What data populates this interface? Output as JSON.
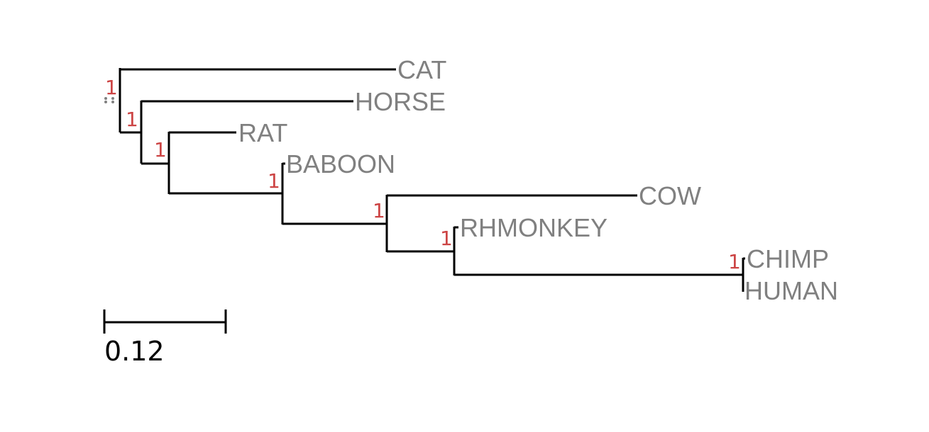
{
  "tree": {
    "leaves": [
      {
        "id": "cat",
        "name": "CAT"
      },
      {
        "id": "horse",
        "name": "HORSE"
      },
      {
        "id": "rat",
        "name": "RAT"
      },
      {
        "id": "baboon",
        "name": "BABOON"
      },
      {
        "id": "cow",
        "name": "COW"
      },
      {
        "id": "rhmonkey",
        "name": "RHMONKEY"
      },
      {
        "id": "chimp",
        "name": "CHIMP"
      },
      {
        "id": "human",
        "name": "HUMAN"
      }
    ],
    "support_values": [
      "1",
      "1",
      "1",
      "1",
      "1",
      "1",
      "1"
    ],
    "scale_bar": {
      "label": "0.12"
    }
  },
  "colors": {
    "branch": "#000000",
    "leaf_label": "#808080",
    "support_label": "#cc4444"
  }
}
